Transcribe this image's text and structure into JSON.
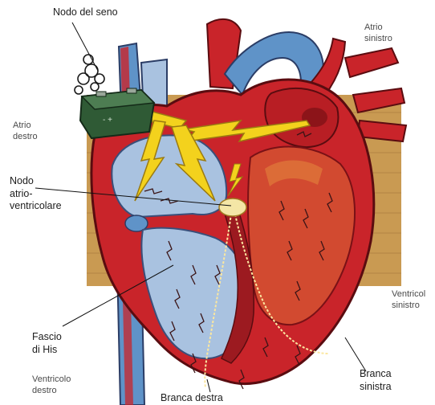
{
  "labels": {
    "nodo_seno": "Nodo del seno",
    "atrio_sinistro": [
      "Atrio",
      "sinistro"
    ],
    "atrio_destro": [
      "Atrio",
      "destro"
    ],
    "nodo_av": [
      "Nodo",
      "atrio-",
      "ventricolare"
    ],
    "ventricolo_sinistro": [
      "Ventricol",
      "sinistro"
    ],
    "fascio_his": [
      "Fascio",
      "di His"
    ],
    "ventricolo_destro": [
      "Ventricolo",
      "destro"
    ],
    "branca_sinistra": [
      "Branca",
      "sinistra"
    ],
    "branca_destra": "Branca destra"
  },
  "colors": {
    "muscle": "#c9242a",
    "muscle_dark": "#7a1116",
    "chamber_blue": "#a9c2e0",
    "vessel_blue": "#5f93c8",
    "spark": "#f3d21d",
    "battery": "#2f5a35",
    "background_panel": "#c99a52"
  },
  "icons": {
    "pacemaker": "battery-icon",
    "impulse": "lightning-bolt-icon"
  }
}
